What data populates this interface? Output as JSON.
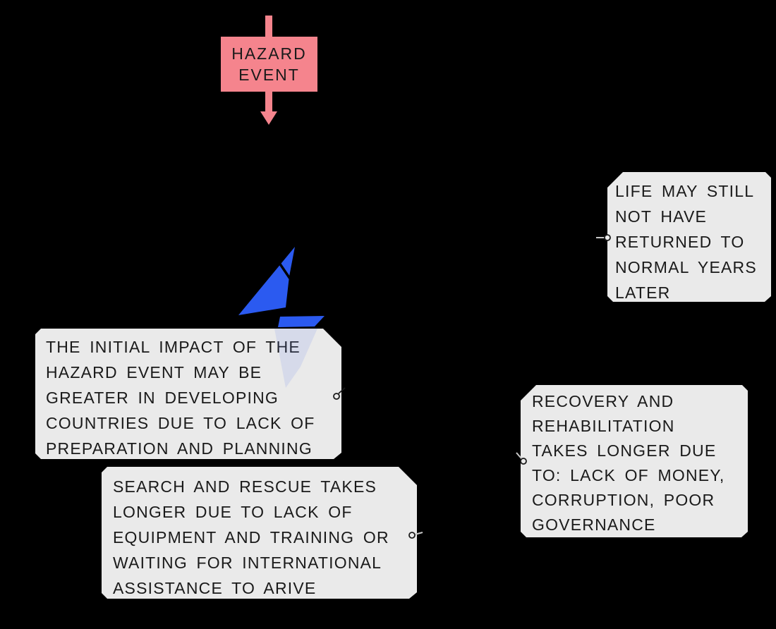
{
  "colors": {
    "background": "#000000",
    "hazard_pink": "#F5848D",
    "note_gray": "#EAEAEA",
    "text_dark": "#1a1a1a",
    "shade_blue": "#2B5AF0",
    "shade_blue_translucent": "rgba(110,135,235,0.16)",
    "pin_tail_light": "#c9c9c9"
  },
  "hazard_event": {
    "lines": [
      "HAZARD",
      "EVENT"
    ]
  },
  "notes": {
    "life_not_normal": {
      "lines": [
        "LIFE MAY STILL",
        "NOT HAVE",
        "RETURNED TO",
        "NORMAL YEARS",
        "LATER"
      ]
    },
    "initial_impact": {
      "lines": [
        "THE INITIAL IMPACT OF THE",
        "HAZARD EVENT MAY BE",
        "GREATER IN DEVELOPING",
        "COUNTRIES DUE TO LACK OF",
        "PREPARATION AND PLANNING"
      ]
    },
    "search_rescue": {
      "lines": [
        "SEARCH AND RESCUE TAKES",
        "LONGER DUE TO LACK OF",
        "EQUIPMENT AND TRAINING OR",
        "WAITING FOR INTERNATIONAL",
        "ASSISTANCE TO ARIVE"
      ]
    },
    "recovery": {
      "lines": [
        "RECOVERY AND",
        "REHABILITATION",
        "TAKES LONGER DUE",
        "TO: LACK OF MONEY,",
        "CORRUPTION, POOR",
        "GOVERNANCE"
      ]
    }
  },
  "icons": {
    "shaded_area": "blue-shaded-region-between-curves",
    "connector_pin": "small-circle-with-tail"
  }
}
